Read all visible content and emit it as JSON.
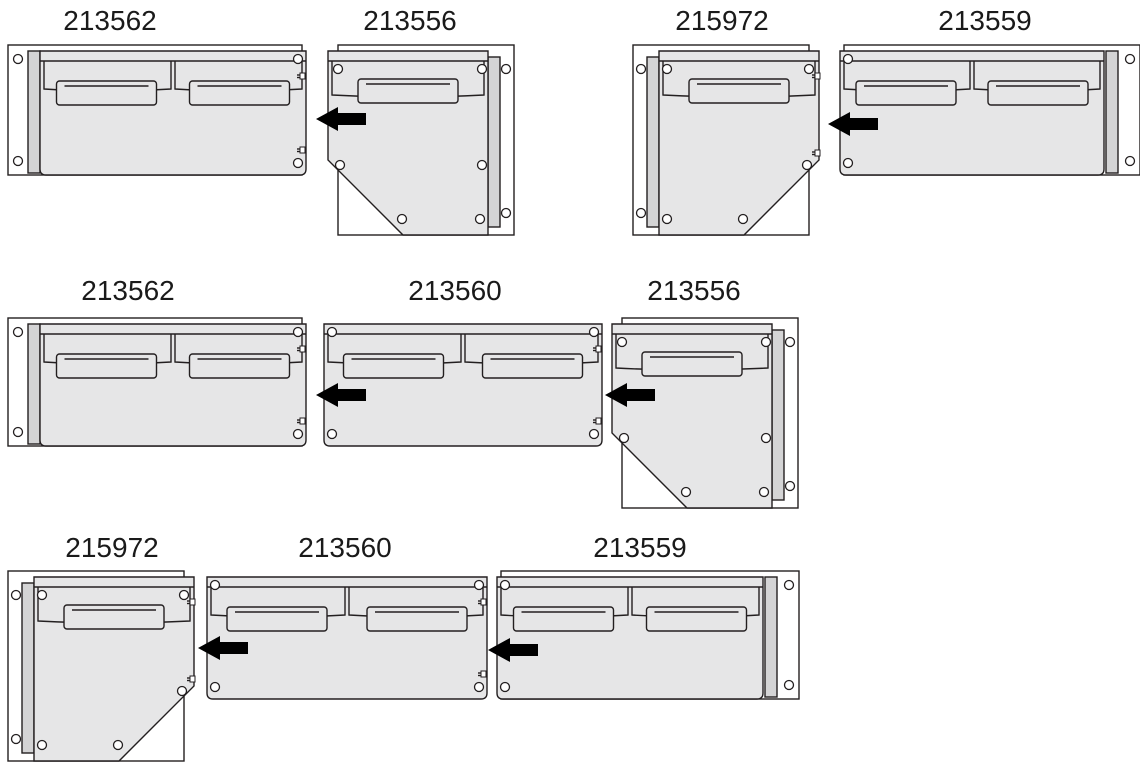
{
  "rows": [
    {
      "modules": [
        {
          "part": "213562",
          "type": "left-end"
        },
        {
          "part": "213556",
          "type": "corner-right"
        }
      ]
    },
    {
      "modules": [
        {
          "part": "215972",
          "type": "corner-left"
        },
        {
          "part": "213559",
          "type": "right-end"
        }
      ]
    },
    {
      "modules": [
        {
          "part": "213562",
          "type": "left-end"
        },
        {
          "part": "213560",
          "type": "middle"
        },
        {
          "part": "213556",
          "type": "corner-right"
        }
      ]
    },
    {
      "modules": [
        {
          "part": "215972",
          "type": "corner-left"
        },
        {
          "part": "213560",
          "type": "middle"
        },
        {
          "part": "213559",
          "type": "right-end"
        }
      ]
    }
  ],
  "arrow_icon": "left-arrow-icon"
}
